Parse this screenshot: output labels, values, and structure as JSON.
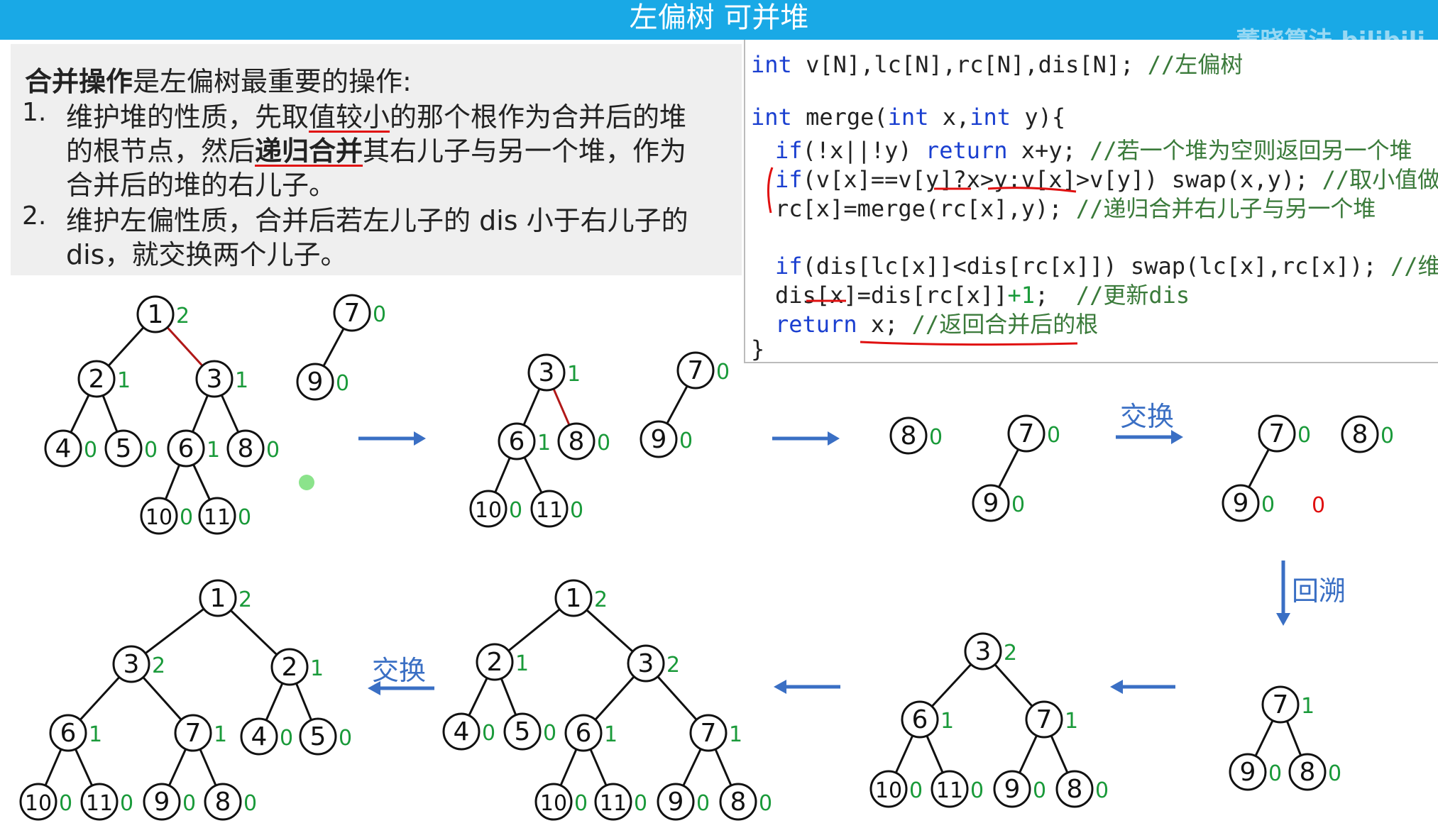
{
  "header": {
    "title": "左偏树 可并堆",
    "watermark": "董晓算法 bilibili"
  },
  "text": {
    "intro_bold": "合并操作",
    "intro_rest": "是左偏树最重要的操作:",
    "item1_num": "1.",
    "item1_line1_a": "维护堆的性质，先取",
    "item1_line1_u": "值较小",
    "item1_line1_b": "的那个根作为合并后的堆",
    "item1_line2_a": "的根节点，然后",
    "item1_line2_u": "递归合并",
    "item1_line2_b": "其右儿子与另一个堆，作为",
    "item1_line3": "合并后的堆的右儿子。",
    "item2_num": "2.",
    "item2_line1": "维护左偏性质，合并后若左儿子的 dis 小于右儿子的",
    "item2_line2": "dis，就交换两个儿子。"
  },
  "code": {
    "l1_kw": "int",
    "l1_rest": " v[N],lc[N],rc[N],dis[N]; ",
    "l1_cm": "//左偏树",
    "l2_kw1": "int",
    "l2_a": " merge(",
    "l2_kw2": "int",
    "l2_b": " x,",
    "l2_kw3": "int",
    "l2_c": " y){",
    "l3_kw1": "if",
    "l3_a": "(!x||!y) ",
    "l3_kw2": "return",
    "l3_b": " x+y; ",
    "l3_cm": "//若一个堆为空则返回另一个堆",
    "l4_kw": "if",
    "l4_a": "(v[x]==v[y]?x>y:v[x]>v[y]) swap(x,y); ",
    "l4_cm": "//取小值做根",
    "l5_a": "rc[x]=merge(rc[x],y); ",
    "l5_cm": "//递归合并右儿子与另一个堆",
    "l6_kw": "if",
    "l6_a": "(dis[lc[x]]<dis[rc[x]]) swap(lc[x],rc[x]); ",
    "l6_cm": "//维护左偏",
    "l7_a": "dis[x]=dis[rc[x]]",
    "l7_num": "+1",
    "l7_b": ";  ",
    "l7_cm": "//更新dis",
    "l8_kw": "return",
    "l8_a": " x; ",
    "l8_cm": "//返回合并后的根",
    "l9": "}"
  },
  "diagram": {
    "arrow_labels": {
      "swap1": "交换",
      "backtrack": "回溯",
      "swap2": "交换"
    },
    "stray_mark": "0",
    "colors": {
      "dis_label": "#1a9a3a",
      "arrow": "#3a6fc4",
      "highlight_edge": "#b01818",
      "annotation": "#e01010"
    },
    "nodes": [
      {
        "id": "a1",
        "v": "1",
        "d": "2"
      },
      {
        "id": "a2",
        "v": "2",
        "d": "1"
      },
      {
        "id": "a3",
        "v": "3",
        "d": "1"
      },
      {
        "id": "a4",
        "v": "4",
        "d": "0"
      },
      {
        "id": "a5",
        "v": "5",
        "d": "0"
      },
      {
        "id": "a6",
        "v": "6",
        "d": "1"
      },
      {
        "id": "a8",
        "v": "8",
        "d": "0"
      },
      {
        "id": "a10",
        "v": "10",
        "d": "0"
      },
      {
        "id": "a11",
        "v": "11",
        "d": "0"
      },
      {
        "id": "a7",
        "v": "7",
        "d": "0"
      },
      {
        "id": "a9",
        "v": "9",
        "d": "0"
      },
      {
        "id": "b3",
        "v": "3",
        "d": "1"
      },
      {
        "id": "b6",
        "v": "6",
        "d": "1"
      },
      {
        "id": "b8",
        "v": "8",
        "d": "0"
      },
      {
        "id": "b10",
        "v": "10",
        "d": "0"
      },
      {
        "id": "b11",
        "v": "11",
        "d": "0"
      },
      {
        "id": "b7",
        "v": "7",
        "d": "0"
      },
      {
        "id": "b9",
        "v": "9",
        "d": "0"
      },
      {
        "id": "c8",
        "v": "8",
        "d": "0"
      },
      {
        "id": "c7",
        "v": "7",
        "d": "0"
      },
      {
        "id": "c9",
        "v": "9",
        "d": "0"
      },
      {
        "id": "d7",
        "v": "7",
        "d": "0"
      },
      {
        "id": "d9",
        "v": "9",
        "d": "0"
      },
      {
        "id": "d8",
        "v": "8",
        "d": "0"
      },
      {
        "id": "e7",
        "v": "7",
        "d": "1"
      },
      {
        "id": "e9",
        "v": "9",
        "d": "0"
      },
      {
        "id": "e8",
        "v": "8",
        "d": "0"
      },
      {
        "id": "f3",
        "v": "3",
        "d": "2"
      },
      {
        "id": "f6",
        "v": "6",
        "d": "1"
      },
      {
        "id": "f7",
        "v": "7",
        "d": "1"
      },
      {
        "id": "f10",
        "v": "10",
        "d": "0"
      },
      {
        "id": "f11",
        "v": "11",
        "d": "0"
      },
      {
        "id": "f9",
        "v": "9",
        "d": "0"
      },
      {
        "id": "f8",
        "v": "8",
        "d": "0"
      },
      {
        "id": "g1",
        "v": "1",
        "d": "2"
      },
      {
        "id": "g2",
        "v": "2",
        "d": "1"
      },
      {
        "id": "g3",
        "v": "3",
        "d": "2"
      },
      {
        "id": "g4",
        "v": "4",
        "d": "0"
      },
      {
        "id": "g5",
        "v": "5",
        "d": "0"
      },
      {
        "id": "g6",
        "v": "6",
        "d": "1"
      },
      {
        "id": "g7",
        "v": "7",
        "d": "1"
      },
      {
        "id": "g10",
        "v": "10",
        "d": "0"
      },
      {
        "id": "g11",
        "v": "11",
        "d": "0"
      },
      {
        "id": "g9",
        "v": "9",
        "d": "0"
      },
      {
        "id": "g8",
        "v": "8",
        "d": "0"
      },
      {
        "id": "h1",
        "v": "1",
        "d": "2"
      },
      {
        "id": "h3",
        "v": "3",
        "d": "2"
      },
      {
        "id": "h2",
        "v": "2",
        "d": "1"
      },
      {
        "id": "h6",
        "v": "6",
        "d": "1"
      },
      {
        "id": "h7",
        "v": "7",
        "d": "1"
      },
      {
        "id": "h4",
        "v": "4",
        "d": "0"
      },
      {
        "id": "h5",
        "v": "5",
        "d": "0"
      },
      {
        "id": "h10",
        "v": "10",
        "d": "0"
      },
      {
        "id": "h11",
        "v": "11",
        "d": "0"
      },
      {
        "id": "h9",
        "v": "9",
        "d": "0"
      },
      {
        "id": "h8",
        "v": "8",
        "d": "0"
      }
    ],
    "edges": [
      [
        "a1",
        "a2"
      ],
      [
        "a1",
        "a3",
        1
      ],
      [
        "a2",
        "a4"
      ],
      [
        "a2",
        "a5"
      ],
      [
        "a3",
        "a6"
      ],
      [
        "a3",
        "a8"
      ],
      [
        "a6",
        "a10"
      ],
      [
        "a6",
        "a11"
      ],
      [
        "a7",
        "a9"
      ],
      [
        "b3",
        "b6"
      ],
      [
        "b3",
        "b8",
        1
      ],
      [
        "b6",
        "b10"
      ],
      [
        "b6",
        "b11"
      ],
      [
        "b7",
        "b9"
      ],
      [
        "c7",
        "c9"
      ],
      [
        "d7",
        "d9"
      ],
      [
        "e7",
        "e9"
      ],
      [
        "e7",
        "e8"
      ],
      [
        "f3",
        "f6"
      ],
      [
        "f3",
        "f7"
      ],
      [
        "f6",
        "f10"
      ],
      [
        "f6",
        "f11"
      ],
      [
        "f7",
        "f9"
      ],
      [
        "f7",
        "f8"
      ],
      [
        "g1",
        "g2"
      ],
      [
        "g1",
        "g3"
      ],
      [
        "g2",
        "g4"
      ],
      [
        "g2",
        "g5"
      ],
      [
        "g3",
        "g6"
      ],
      [
        "g3",
        "g7"
      ],
      [
        "g6",
        "g10"
      ],
      [
        "g6",
        "g11"
      ],
      [
        "g7",
        "g9"
      ],
      [
        "g7",
        "g8"
      ],
      [
        "h1",
        "h3"
      ],
      [
        "h1",
        "h2"
      ],
      [
        "h3",
        "h6"
      ],
      [
        "h3",
        "h7"
      ],
      [
        "h2",
        "h4"
      ],
      [
        "h2",
        "h5"
      ],
      [
        "h6",
        "h10"
      ],
      [
        "h6",
        "h11"
      ],
      [
        "h7",
        "h9"
      ],
      [
        "h7",
        "h8"
      ]
    ]
  }
}
